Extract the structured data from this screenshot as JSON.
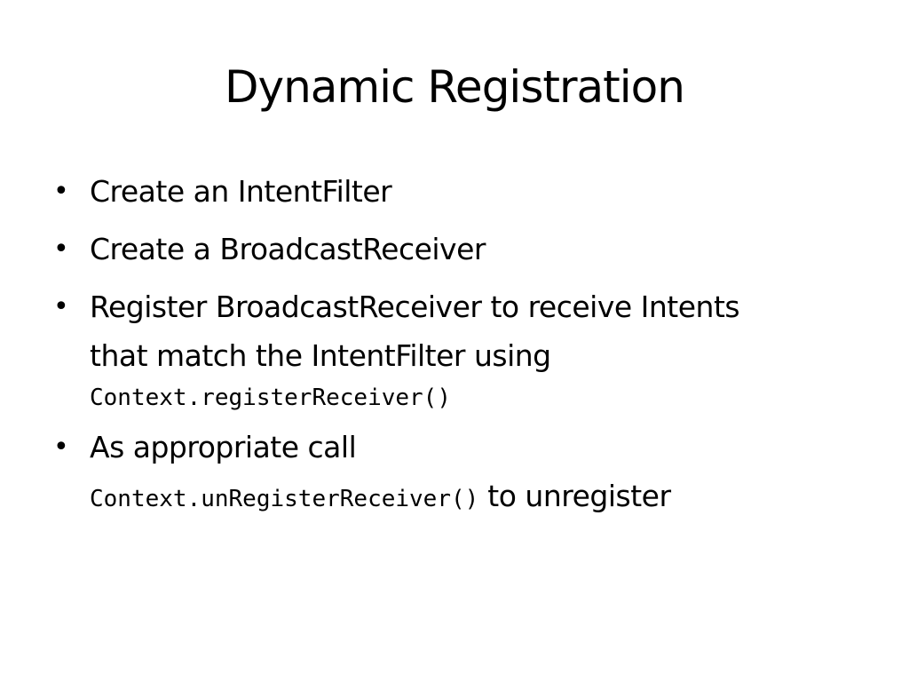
{
  "slide": {
    "title": "Dynamic Registration",
    "bullets": [
      {
        "text": "Create an IntentFilter"
      },
      {
        "text": "Create a BroadcastReceiver"
      },
      {
        "line1": "Register BroadcastReceiver to receive Intents",
        "line2": "that match the IntentFilter using",
        "code": "Context.registerReceiver()"
      },
      {
        "line1": "As appropriate call",
        "code": "Context.unRegisterReceiver()",
        "suffix": "to unregister"
      }
    ]
  }
}
